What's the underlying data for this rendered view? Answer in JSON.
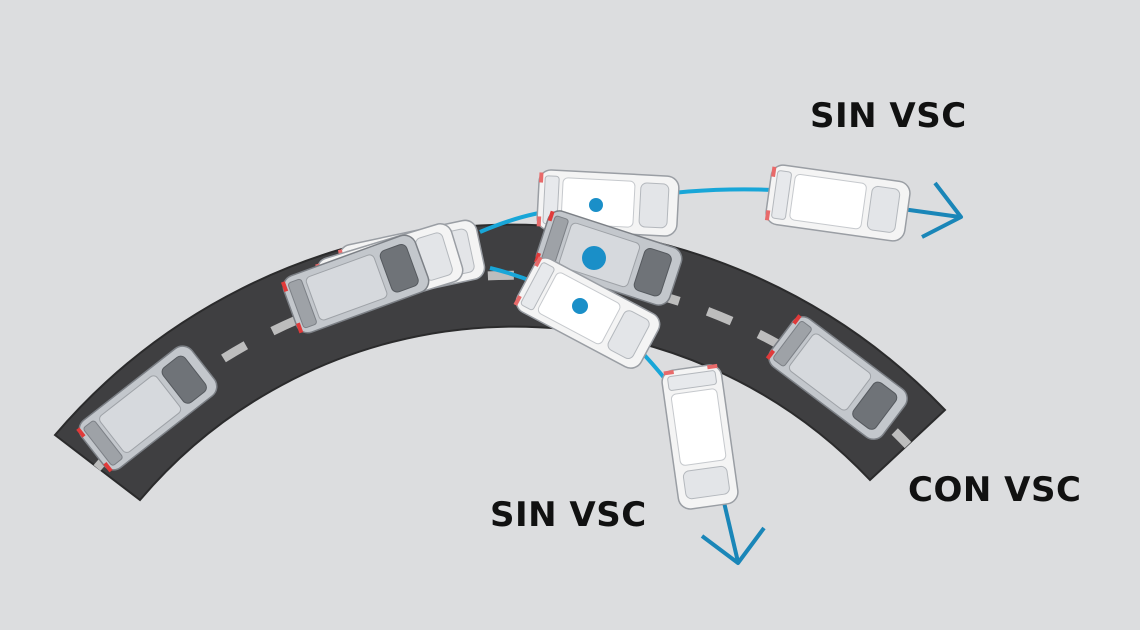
{
  "diagram": {
    "labels": {
      "top_path": "SIN VSC",
      "bottom_path": "SIN VSC",
      "road_path": "CON VSC"
    },
    "colors": {
      "background": "#dcdddf",
      "road": "#3f3f41",
      "road_edge": "#2a2a2b",
      "lane_dash": "#bdbdbd",
      "trajectory": "#18a6d8",
      "arrow": "#1a86b8",
      "car_white": "#f4f4f4",
      "car_grey": "#c3c7cc",
      "car_outline": "#8d9197",
      "taillight": "#e03a3a",
      "marker": "#1a8fc8"
    },
    "icons": {
      "vehicle": "minivan-top-view-icon",
      "direction": "arrow-right-icon"
    }
  }
}
